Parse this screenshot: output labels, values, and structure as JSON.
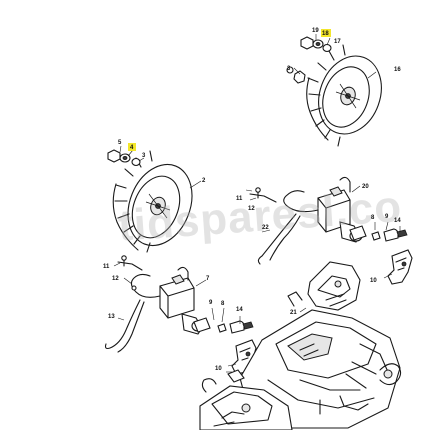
{
  "watermark": "tidsparesl.co",
  "highlight_color": "#f3e62a",
  "callouts": {
    "c19": "19",
    "c18": "18",
    "c17": "17",
    "c16": "16",
    "c3a": "3",
    "c5": "5",
    "c4": "4",
    "c3b": "3",
    "c2": "2",
    "c11a": "11",
    "c20": "20",
    "c12a": "12",
    "c22": "22",
    "c8a": "8",
    "c9a": "9",
    "c14a": "14",
    "c10a": "10",
    "c11b": "11",
    "c12b": "12",
    "c7": "7",
    "c13": "13",
    "c9b": "9",
    "c8b": "8",
    "c14b": "14",
    "c21": "21",
    "c10b": "10"
  }
}
